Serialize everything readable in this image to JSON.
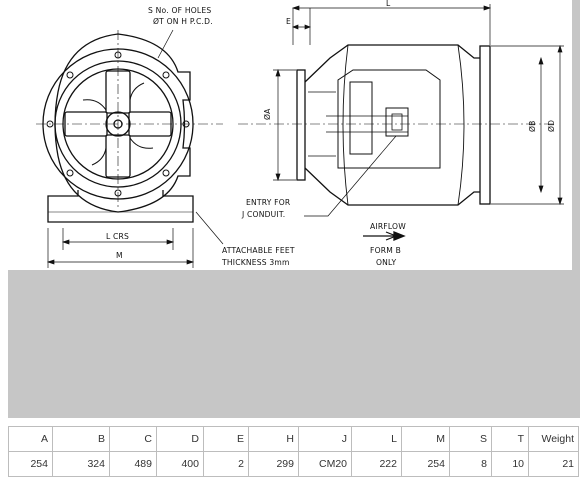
{
  "drawing": {
    "labels": {
      "holes_line1": "S No. OF HOLES",
      "holes_line2": "ØT ON H P.C.D.",
      "dim_e": "E",
      "dim_l": "L",
      "dim_a": "ØA",
      "dim_b": "ØB",
      "dim_d": "ØD",
      "entry_line1": "ENTRY FOR",
      "entry_line2": "J CONDUIT.",
      "airflow": "AIRFLOW",
      "form_line1": "FORM B",
      "form_line2": "ONLY",
      "l_crs": "L CRS",
      "dim_m": "M",
      "feet_line1": "ATTACHABLE FEET",
      "feet_line2": "THICKNESS 3mm"
    }
  },
  "spec_table": {
    "headers": [
      "A",
      "B",
      "C",
      "D",
      "E",
      "H",
      "J",
      "L",
      "M",
      "S",
      "T",
      "Weight"
    ],
    "values": [
      "254",
      "324",
      "489",
      "400",
      "2",
      "299",
      "CM20",
      "222",
      "254",
      "8",
      "10",
      "21"
    ]
  }
}
